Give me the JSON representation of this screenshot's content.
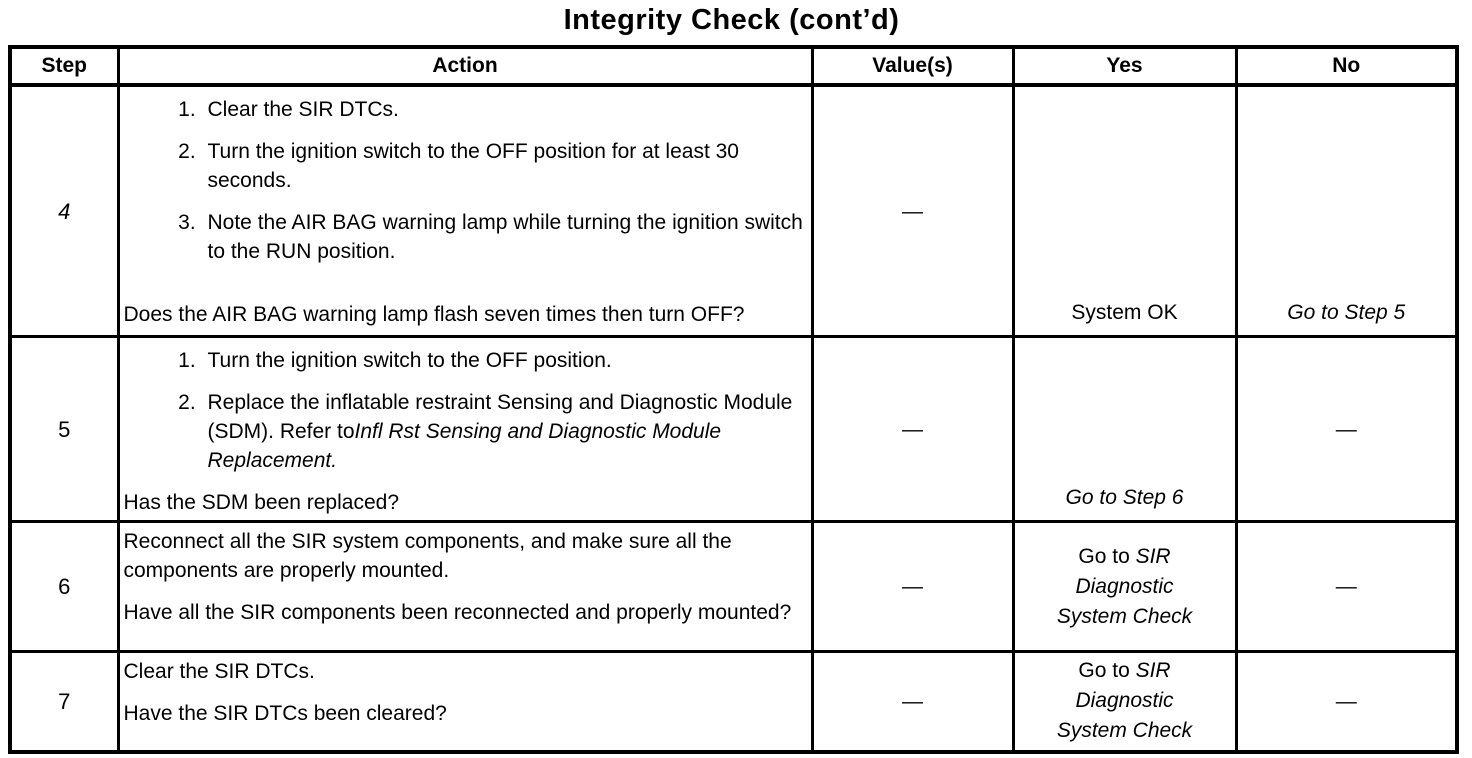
{
  "title": "Integrity Check (cont’d)",
  "table": {
    "headers": [
      "Step",
      "Action",
      "Value(s)",
      "Yes",
      "No"
    ],
    "rows": [
      {
        "step": "4",
        "action_items": [
          {
            "text": "Clear the SIR DTCs."
          },
          {
            "text": "Turn the ignition switch to the OFF position for at least 30 seconds."
          },
          {
            "text": "Note the AIR BAG warning lamp while turning the ignition switch to the RUN position."
          }
        ],
        "question": "Does the AIR BAG warning lamp flash seven times then turn OFF?",
        "value": "—",
        "yes": "System OK",
        "no_italic": "Go to Step 5"
      },
      {
        "step": "5",
        "action_items": [
          {
            "text": "Turn the ignition switch to the OFF position."
          },
          {
            "text": "Replace the inflatable restraint Sensing and Diagnostic Module (SDM). Refer to",
            "italic": "Infl Rst Sensing and Diagnostic Module Replacement."
          }
        ],
        "question": "Has the SDM been replaced?",
        "value": "—",
        "yes_italic": "Go to Step 6",
        "no": "—"
      },
      {
        "step": "6",
        "paragraph": "Reconnect all the SIR system components, and make sure all the components are properly mounted.",
        "question": "Have all the SIR components been reconnected and properly mounted?",
        "value": "—",
        "yes_prefix": "Go to ",
        "yes_italic": "SIR Diagnostic System Check",
        "no": "—"
      },
      {
        "step": "7",
        "paragraph": "Clear the SIR DTCs.",
        "question": "Have the SIR DTCs been cleared?",
        "value": "—",
        "yes_prefix": "Go to ",
        "yes_italic": "SIR Diagnostic System Check",
        "no": "—"
      }
    ]
  }
}
